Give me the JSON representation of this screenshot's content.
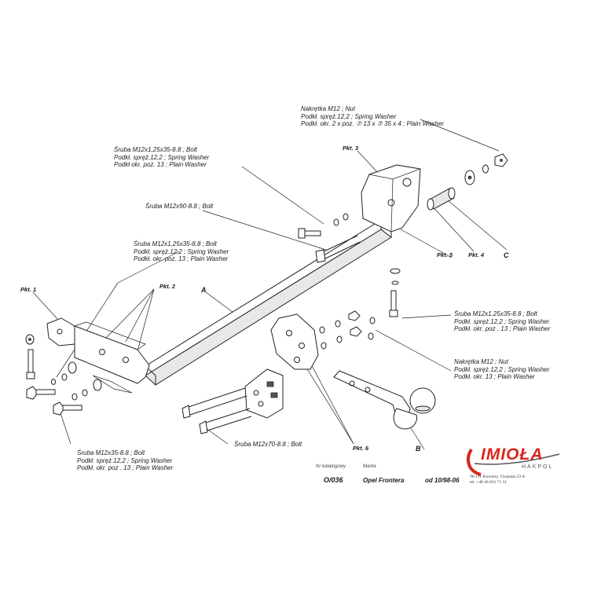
{
  "callouts": {
    "nut_top": [
      "Nakrętka  M12 ; Nut",
      "Podkł. spręż.12,2 ; Spring Washer",
      "Podkł. okr. 2 x poz. ⑦ 13 x ⑦ 35 x 4 ; Plain Washer"
    ],
    "bolt_top": [
      "Śruba M12x1,25x35-8.8 ;  Bolt",
      "Podkł. spręż.12,2 ; Spring Washer",
      "Podkł okr. poz. 13 ; Plain Washer"
    ],
    "bolt_90": [
      "Śruba M12x90-8.8 ;  Bolt"
    ],
    "bolt_mid": [
      "Śruba M12x1,25x35-8.8 ;  Bolt",
      "Podkł. spręż.12,2 ; Spring Washer",
      "Podkł. okr. poz. 13 ; Plain Washer"
    ],
    "bolt_right": [
      "Śruba M12x1,25x35-8.8 ;  Bolt",
      "Podkł. spręż.12,2 ; Spring Washer",
      "Podkł. okr. poz . 13 ; Plain Washer"
    ],
    "nut_right": [
      "Nakrętka  M12 ; Nut",
      "Podkł. spręż.12,2 ; Spring Washer",
      "Podkł. okr. 13 ; Plain Washer"
    ],
    "bolt_bottom": [
      "Śruba M12x35-8.8 ;  Bolt",
      "Podkł. spręż.12,2 ; Spring Washer",
      "Podkł. okr. poz . 13 ; Plain Washer"
    ],
    "bolt_70": [
      "Śruba M12x70-8.8 ;  Bolt"
    ]
  },
  "points": {
    "pkt1": "Pkt. 1",
    "pkt2": "Pkt. 2",
    "pkt3": "Pkt. 3",
    "pkt4": "Pkt. 4",
    "pkt5": "Pkt. 5",
    "pkt6": "Pkt. 6"
  },
  "letters": {
    "a": "A",
    "b": "B",
    "c": "C"
  },
  "footer": {
    "catalog_label": "Nr katalogowy",
    "catalog_value": "O/036",
    "make_label": "Marka",
    "make_value": "Opel Frontera",
    "date_value": "od 10/98-06"
  },
  "brand": {
    "name": "IMIOŁA",
    "sub": "HAKPOL",
    "address": "96-111 Kowiesy, Chojnata 23 A",
    "phone": "tel. +48 46 831 71 31",
    "accent_color": "#d9261c",
    "logo_icon": "swoosh-icon"
  }
}
